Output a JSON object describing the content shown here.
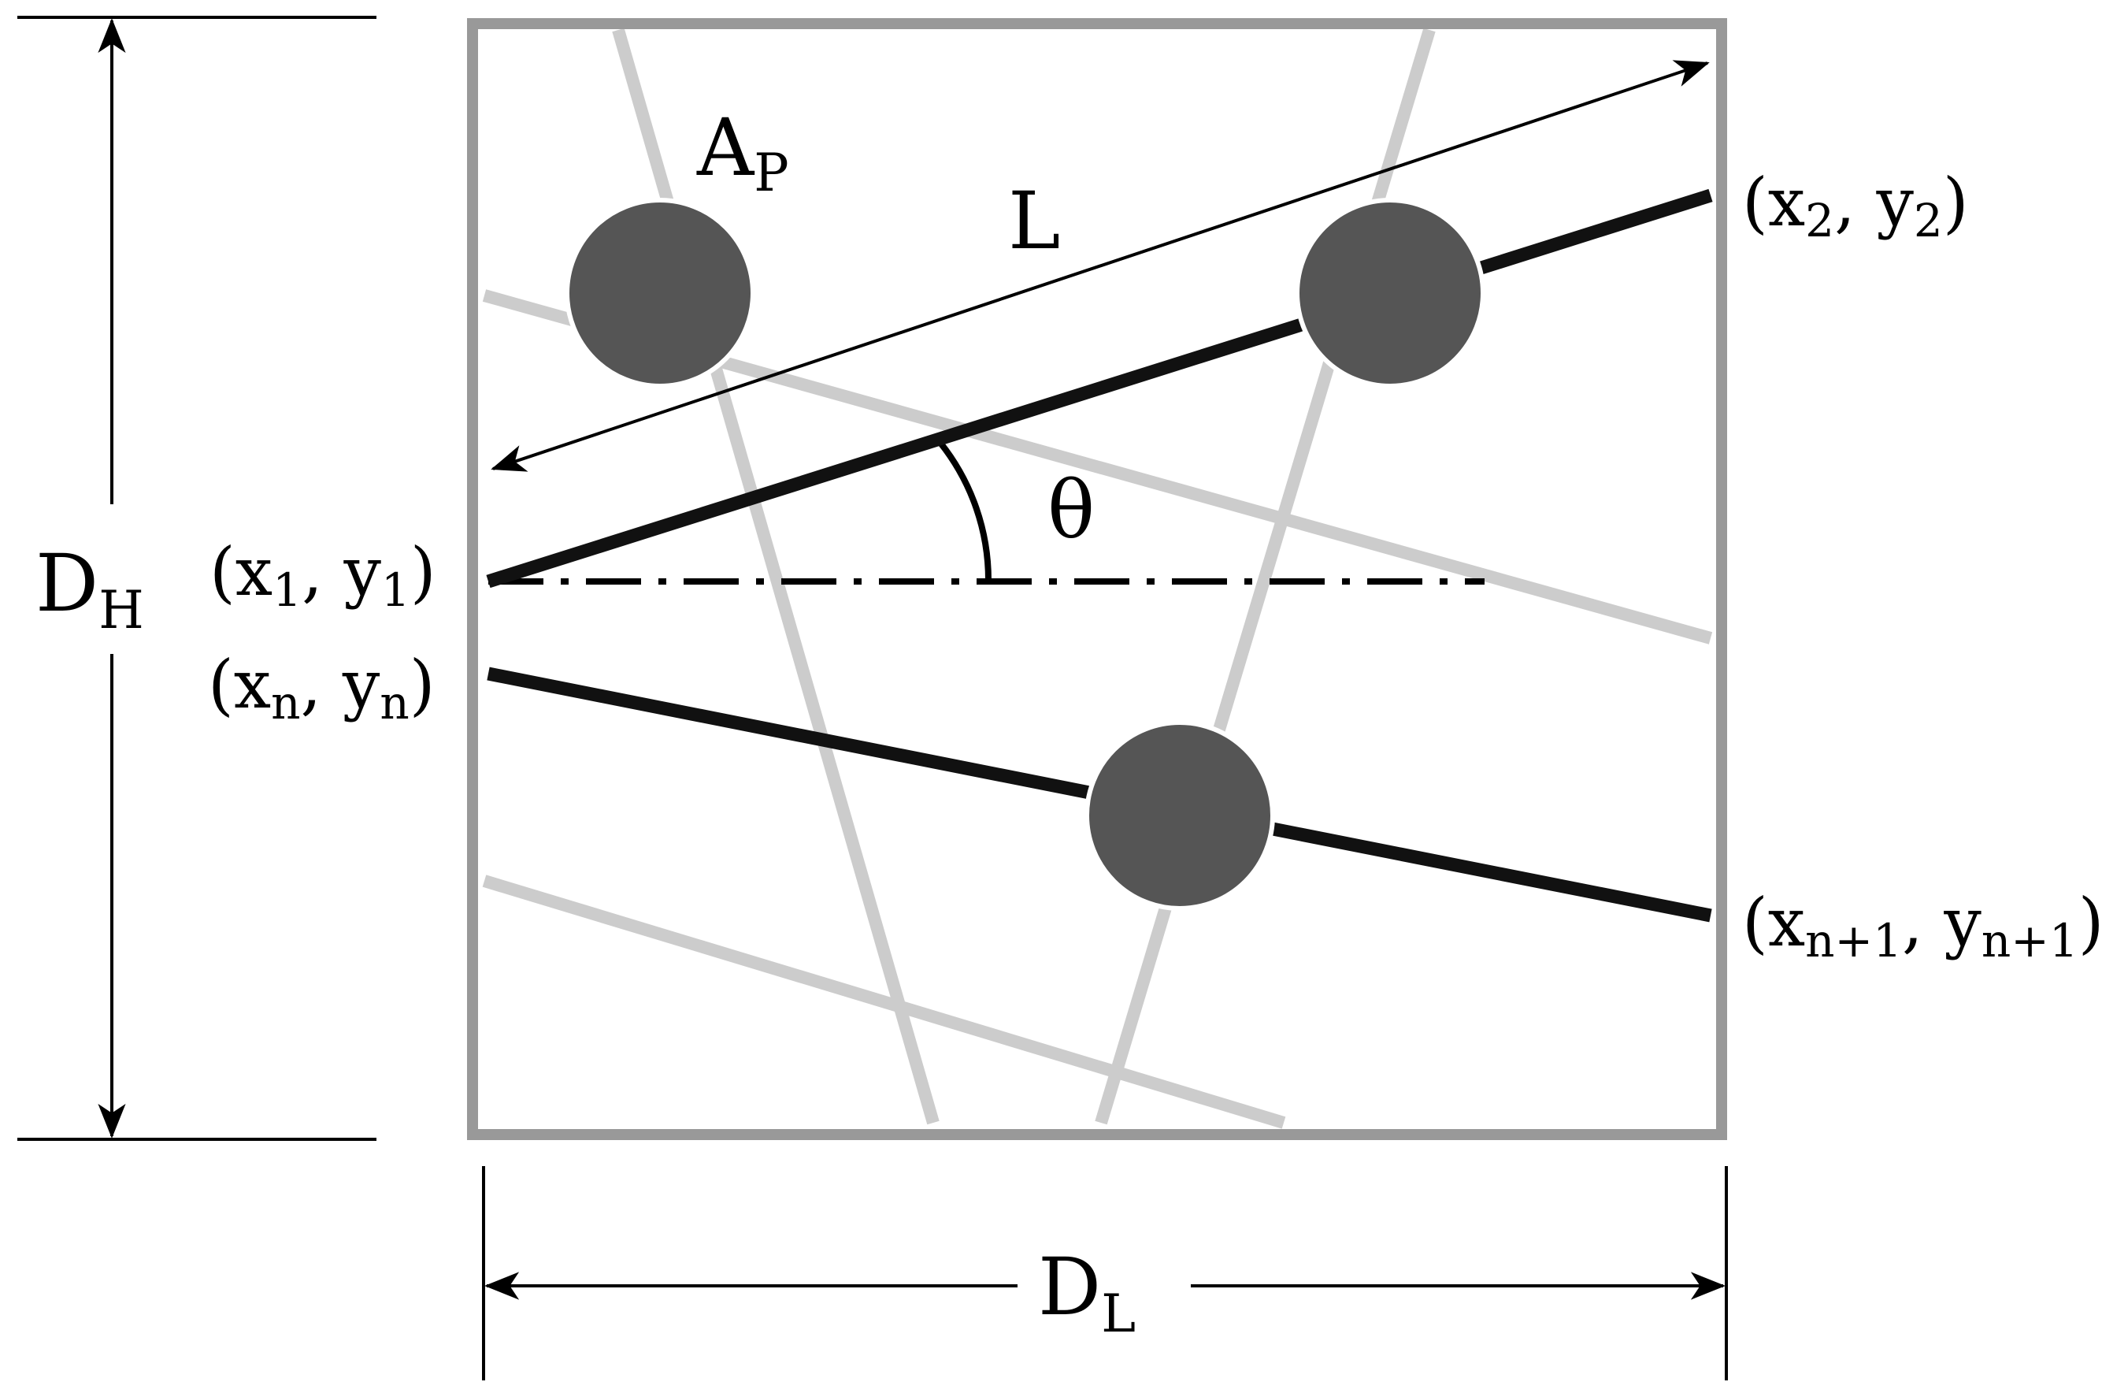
{
  "labels": {
    "area_main": "A",
    "area_sub": "P",
    "length": "L",
    "angle": "θ",
    "height_main": "D",
    "height_sub": "H",
    "width_main": "D",
    "width_sub": "L",
    "p1": {
      "open": "(x",
      "sub_x": "1",
      "mid": ", y",
      "sub_y": "1",
      "close": ")"
    },
    "p2": {
      "open": "(x",
      "sub_x": "2",
      "mid": ", y",
      "sub_y": "2",
      "close": ")"
    },
    "pn": {
      "open": "(x",
      "sub_x": "n",
      "mid": ", y",
      "sub_y": "n",
      "close": ")"
    },
    "pn1": {
      "open": "(x",
      "sub_x": "n+1",
      "mid": ", y",
      "sub_y": "n+1",
      "close": ")"
    }
  },
  "colors": {
    "box_border": "#999999",
    "background_fibers": "#cccccc",
    "fiber": "#111111",
    "particle": "#555555"
  }
}
